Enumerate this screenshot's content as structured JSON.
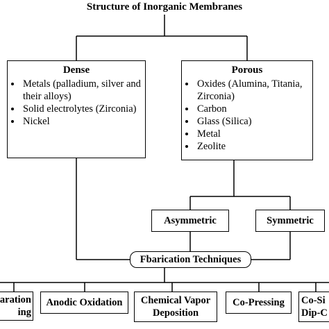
{
  "title": "Structure of Inorganic Membranes",
  "dense": {
    "heading": "Dense",
    "items": [
      "Metals (palladium, silver and their alloys)",
      "Solid electrolytes (Zirconia)",
      "Nickel"
    ]
  },
  "porous": {
    "heading": "Porous",
    "items": [
      "Oxides (Alumina, Titania, Zirconia)",
      "Carbon",
      "Glass (Silica)",
      "Metal",
      "Zeolite"
    ]
  },
  "asymmetric": "Asymmetric",
  "symmetric": "Symmetric",
  "fabrication": "Fbarication Techniques",
  "methods": [
    {
      "line1": "aration",
      "line2": "ing"
    },
    {
      "line1": "Anodic Oxidation",
      "line2": ""
    },
    {
      "line1": "Chemical Vapor",
      "line2": "Deposition"
    },
    {
      "line1": "Co-Pressing",
      "line2": ""
    },
    {
      "line1": "Co-Si",
      "line2": "Dip-C"
    }
  ]
}
